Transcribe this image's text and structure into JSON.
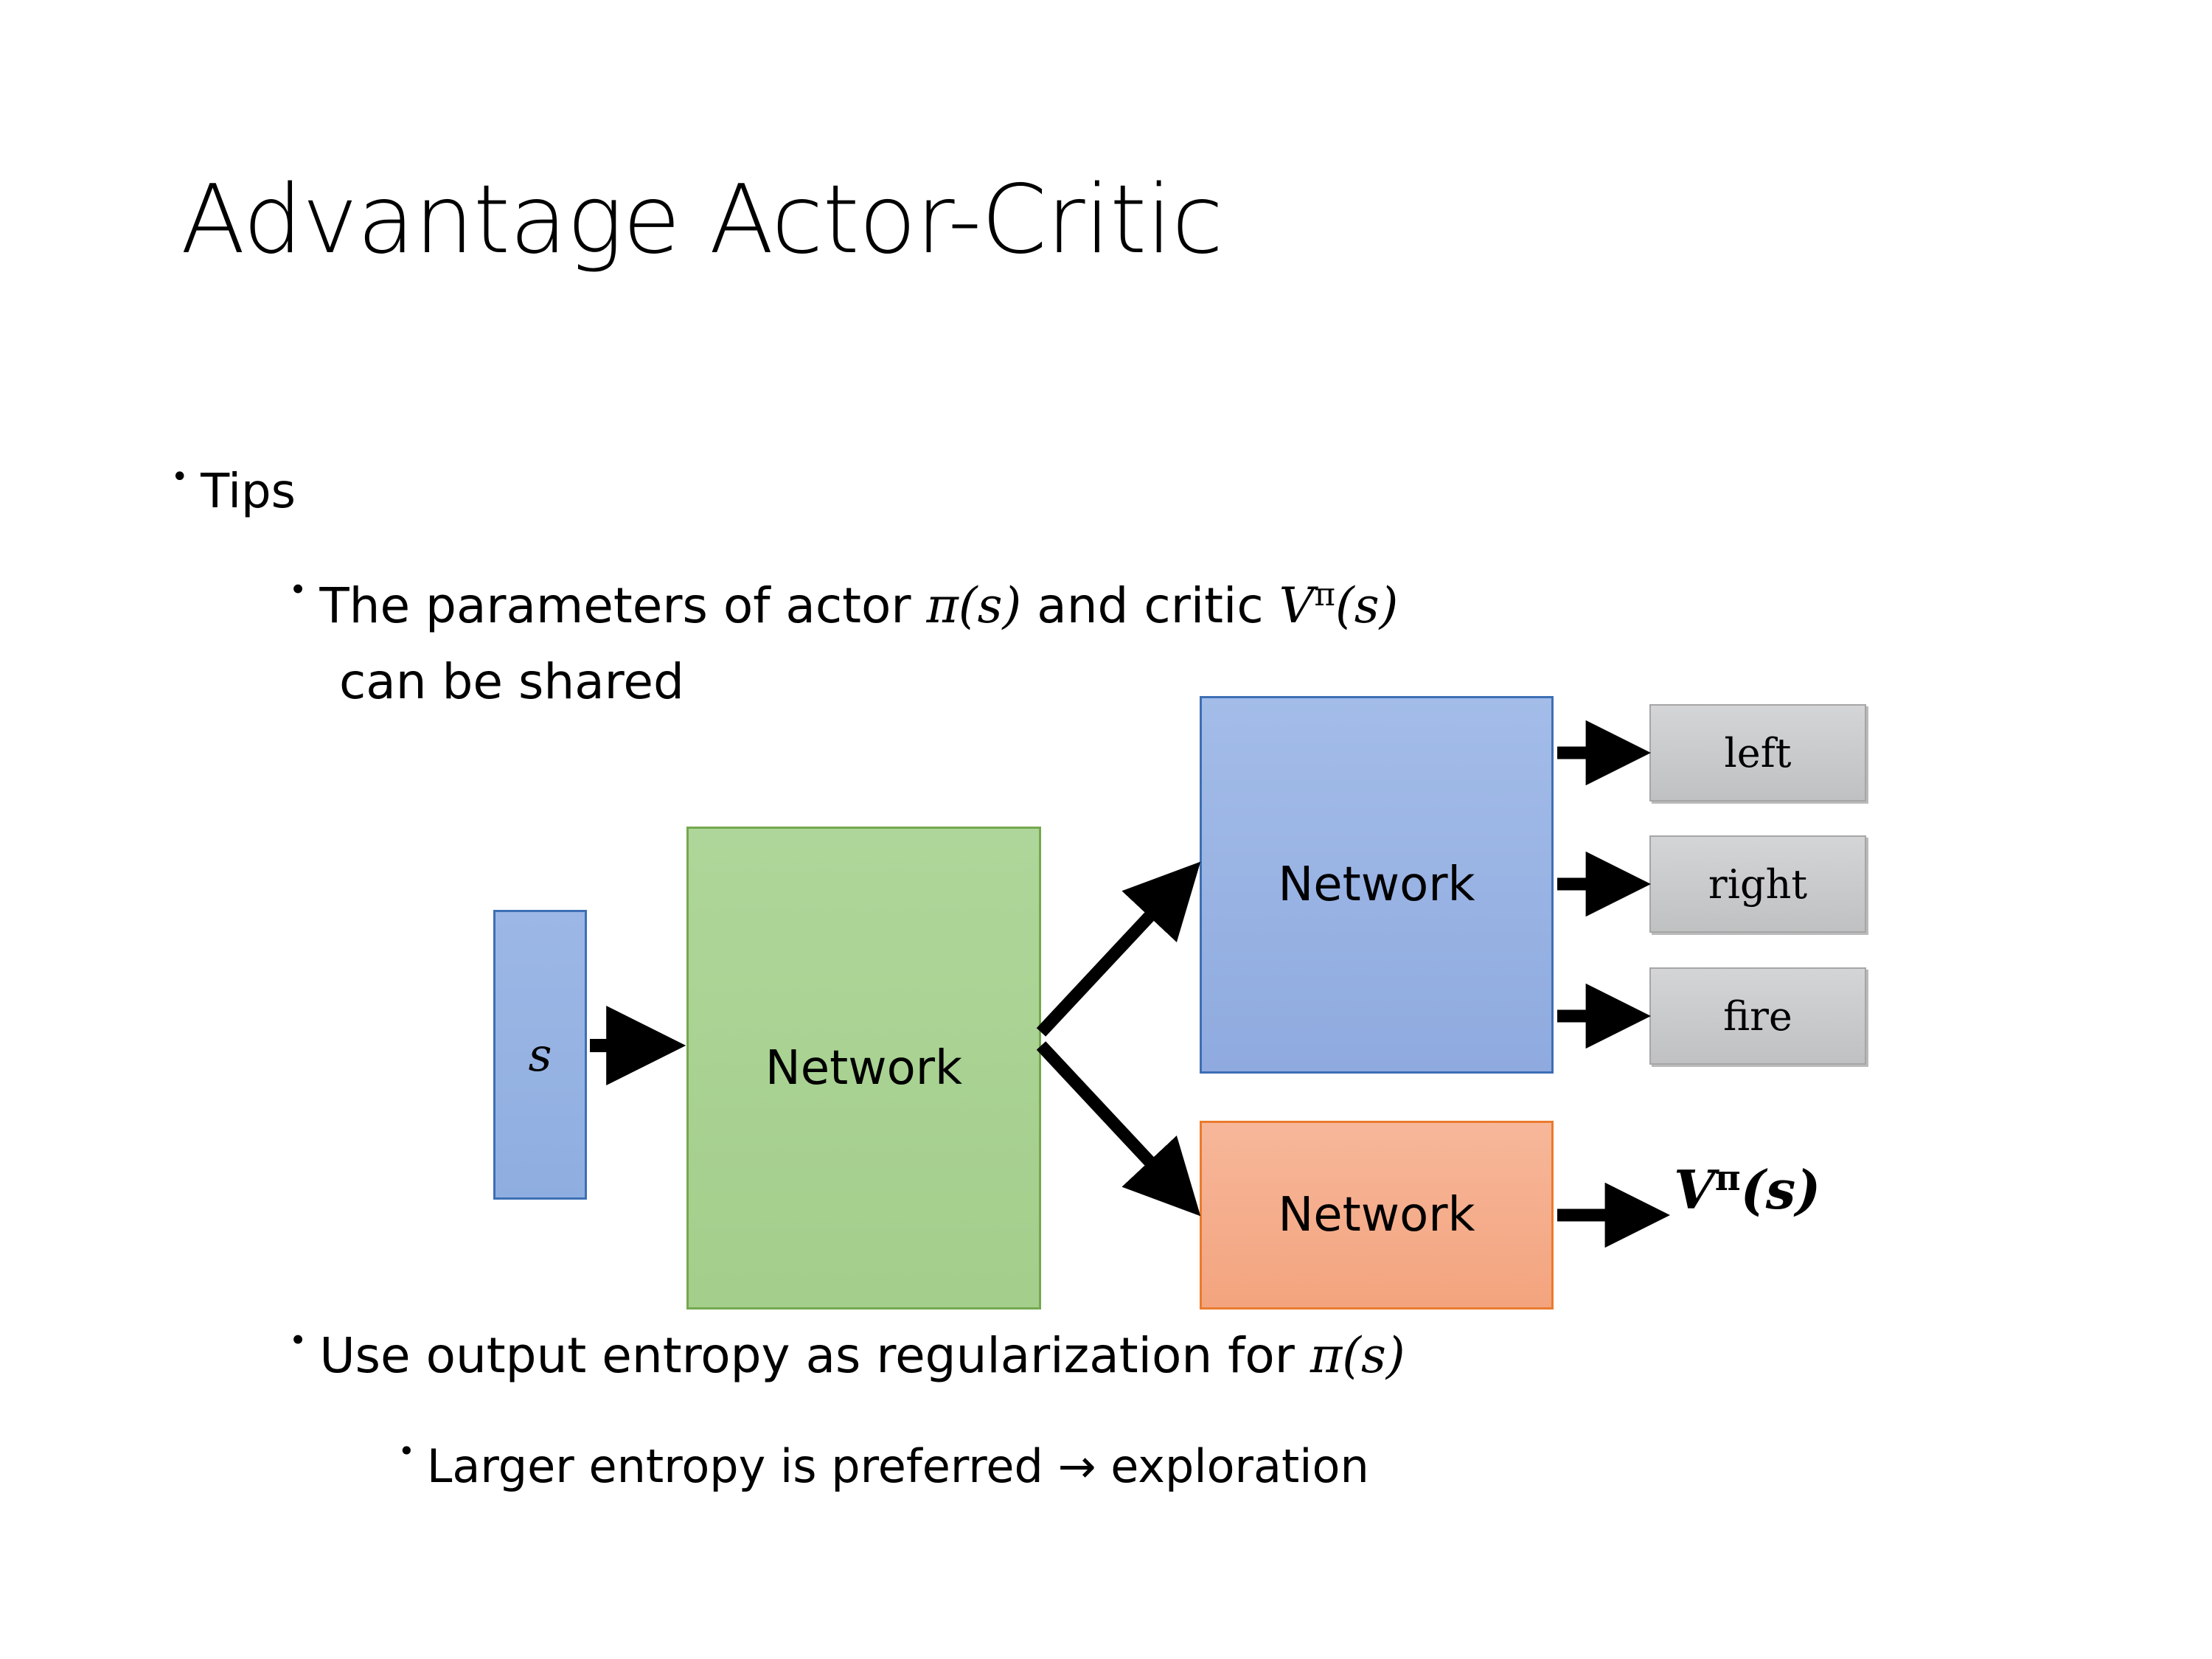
{
  "slide": {
    "title": "Advantage Actor-Critic",
    "background_color": "#FFFFFF"
  },
  "bullets": {
    "tips": {
      "marker": "•",
      "text": "Tips",
      "level": 1
    },
    "params": {
      "marker": "•",
      "line1_prefix": "The parameters of actor ",
      "math_pi": "π(s)",
      "line1_mid": "  and critic ",
      "math_v_base": "V",
      "math_v_sup": "π",
      "math_v_arg": "(s)",
      "line2": "can be shared",
      "level": 2
    },
    "entropy": {
      "marker": "•",
      "text": "Use output entropy as regularization for ",
      "math_pi": "π(s)",
      "level": 2
    },
    "larger": {
      "marker": "•",
      "text": "Larger entropy is preferred → exploration",
      "level": 3
    }
  },
  "diagram": {
    "input_box": {
      "label": "s",
      "fill": "#95B3E0",
      "border": "#3D6FB5"
    },
    "shared_network": {
      "label": "Network",
      "fill": "#A9D18E",
      "border": "#74A84F"
    },
    "actor_network": {
      "label": "Network",
      "fill": "#95B3E1",
      "border": "#3D6FB5"
    },
    "critic_network": {
      "label": "Network",
      "fill": "#F4A987",
      "border": "#E97B2E"
    },
    "action_outputs": [
      {
        "label": "left",
        "fill": "#C8CACB",
        "border": "#A6A6A6"
      },
      {
        "label": "right",
        "fill": "#C8CACB",
        "border": "#A6A6A6"
      },
      {
        "label": "fire",
        "fill": "#C8CACB",
        "border": "#A6A6A6"
      }
    ],
    "value_output": {
      "base": "V",
      "superscript": "π",
      "argument": "(s)"
    },
    "arrow_color": "#000000"
  }
}
